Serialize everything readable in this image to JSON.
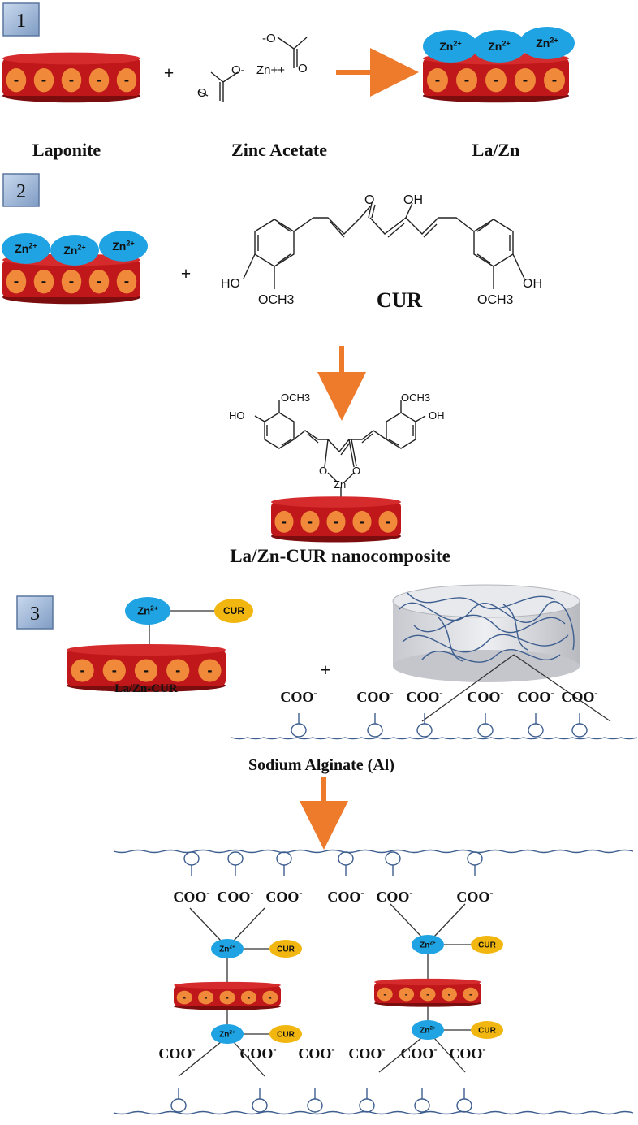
{
  "step_labels": [
    "1",
    "2",
    "3"
  ],
  "step1": {
    "laponite_label": "Laponite",
    "acetate_label": "Zinc Acetate",
    "product_label": "La/Zn",
    "acetate_o_minus_top": "-O",
    "acetate_o_minus_left": "O-",
    "acetate_zn": "Zn++",
    "acetate_o_top": "O",
    "acetate_o_left": "O"
  },
  "step2": {
    "cur_label": "CUR",
    "cur_oh_left": "HO",
    "cur_oh_right": "OH",
    "cur_och3_left": "OCH3",
    "cur_och3_right": "OCH3",
    "cur_keto_o": "O",
    "cur_enol_oh": "OH",
    "product_label": "La/Zn-CUR nanocomposite",
    "complex_ho": "HO",
    "complex_oh": "OH",
    "complex_och3_left": "OCH3",
    "complex_och3_right": "OCH3",
    "complex_o_left": "O",
    "complex_o_right": "O",
    "complex_zn": "Zn"
  },
  "step3": {
    "lazncur_label": "La/Zn-CUR",
    "alginate_label": "Sodium Alginate (Al)",
    "carboxylate": "COO-",
    "cur_tag": "CUR"
  },
  "common": {
    "zn_ion": "Zn2+",
    "charge": "-",
    "plus": "+"
  },
  "colors": {
    "disc_red": "#c0171a",
    "disc_dark": "#7c0d0f",
    "bead_orange": "#f08a3a",
    "zn_blue": "#1fa3e2",
    "cur_yellow": "#f2b611",
    "arrow_orange": "#ee7a2c",
    "step_box": "#9fb8d8",
    "alginate_blue": "#3d5e8f"
  }
}
